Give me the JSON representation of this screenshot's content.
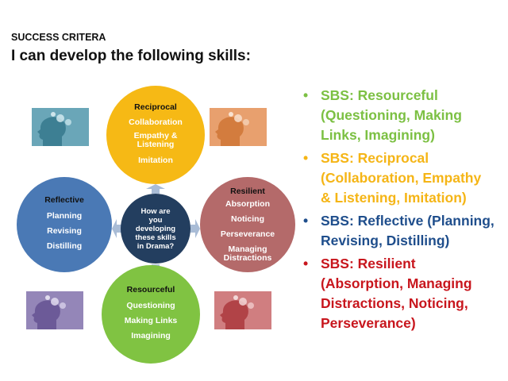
{
  "header": {
    "subtitle": "SUCCESS CRITERA",
    "title": "I can develop the following skills:"
  },
  "diagram": {
    "center": {
      "question": "How are you developing these skills in Drama?",
      "lines": [
        "How are",
        "you",
        "developing",
        "these skills",
        "in Drama?"
      ],
      "color": "#233e5f"
    },
    "circles": {
      "reciprocal": {
        "heading": "Reciprocal",
        "items": [
          "Collaboration",
          "Empathy &",
          "Listening",
          "Imitation"
        ],
        "color": "#f6b915"
      },
      "reflective": {
        "heading": "Reflective",
        "items": [
          "Planning",
          "Revising",
          "Distilling"
        ],
        "color": "#4a79b5"
      },
      "resilient": {
        "heading": "Resilient",
        "items": [
          "Absorption",
          "Noticing",
          "Perseverance",
          "Managing",
          "Distractions"
        ],
        "color": "#b46a6a"
      },
      "resourceful": {
        "heading": "Resourceful",
        "items": [
          "Questioning",
          "Making Links",
          "Imagining"
        ],
        "color": "#80c342"
      }
    },
    "thumbnails": [
      {
        "name": "head-gears-teal",
        "color": "#5b9aad"
      },
      {
        "name": "head-gears-orange",
        "color": "#d98a52"
      },
      {
        "name": "head-gears-purple",
        "color": "#8270a8"
      },
      {
        "name": "head-gears-red",
        "color": "#bf5a5e"
      }
    ]
  },
  "bullets": [
    {
      "text": "SBS: Resourceful (Questioning, Making Links, Imagining)",
      "lines": [
        "SBS: Resourceful",
        "(Questioning, Making",
        "Links, Imagining)"
      ],
      "color": "#7cc043"
    },
    {
      "text": "SBS: Reciprocal (Collaboration, Empathy & Listening, Imitation)",
      "lines": [
        "SBS: Reciprocal",
        "(Collaboration, Empathy",
        "& Listening, Imitation)"
      ],
      "color": "#f5b516"
    },
    {
      "text": "SBS: Reflective (Planning, Revising, Distilling)",
      "lines": [
        "SBS: Reflective (Planning,",
        "Revising, Distilling)"
      ],
      "color": "#1f4e8c"
    },
    {
      "text": "SBS: Resilient (Absorption, Managing Distractions, Noticing, Perseverance)",
      "lines": [
        "SBS: Resilient",
        "(Absorption, Managing",
        "Distractions, Noticing,",
        "Perseverance)"
      ],
      "color": "#c8161d"
    }
  ],
  "bullet_glyph": "•"
}
